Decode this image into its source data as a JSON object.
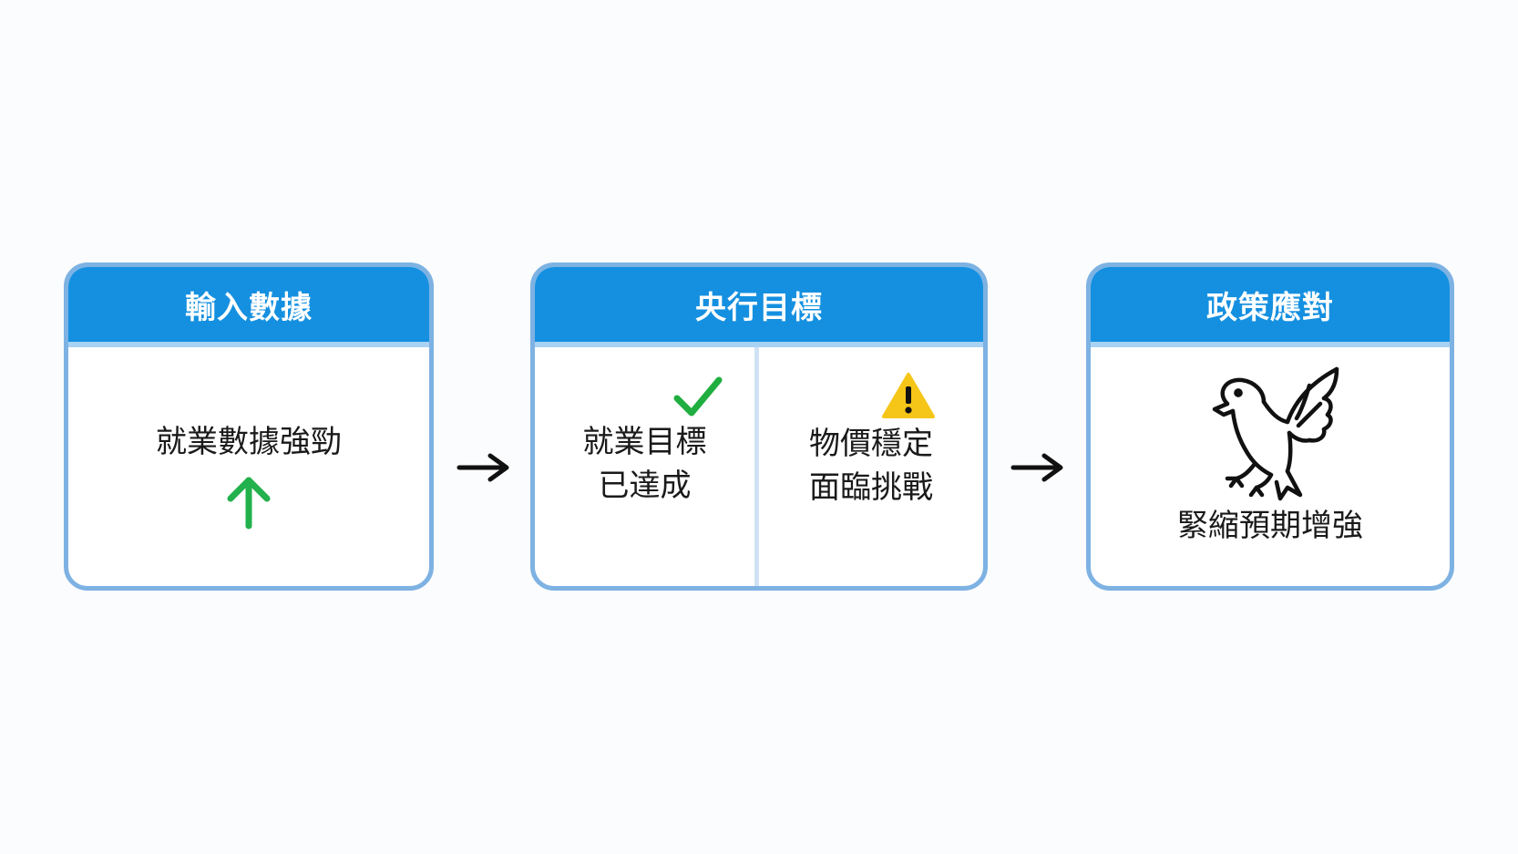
{
  "steps": [
    {
      "title": "輸入數據",
      "text": "就業數據強勁"
    },
    {
      "title": "央行目標",
      "left_text": [
        "就業目標",
        "已達成"
      ],
      "right_text": [
        "物價穩定",
        "面臨挑戰"
      ]
    },
    {
      "title": "政策應對",
      "text": "緊縮預期增強"
    }
  ],
  "icons": {
    "step1": "up-arrow-icon",
    "step2_left": "checkmark-icon",
    "step2_right": "warning-icon",
    "step3": "hawk-icon",
    "flow": "right-arrow-icon"
  },
  "colors": {
    "header": "#1590e0",
    "border": "#7db2e3",
    "up_arrow": "#22b14c",
    "check": "#1fae3f",
    "warning": "#f5c518"
  }
}
